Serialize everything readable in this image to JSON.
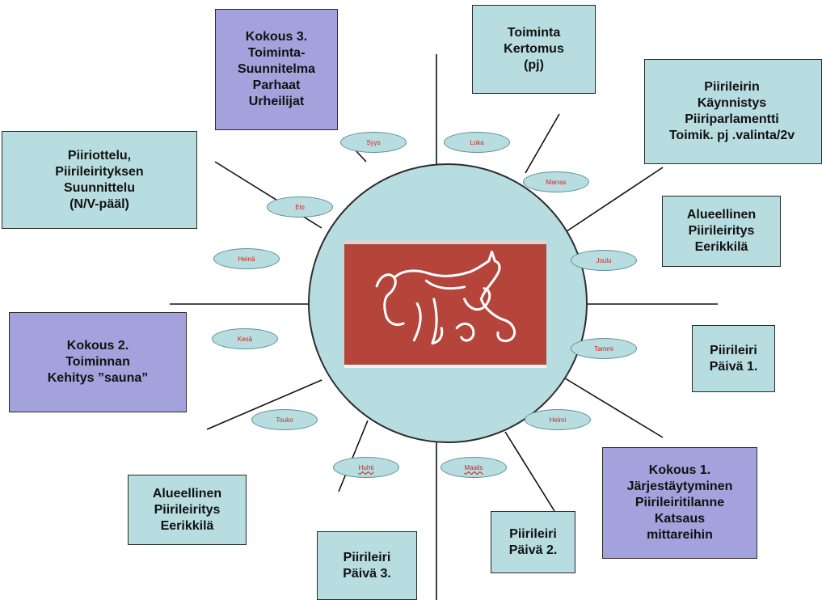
{
  "boxes": {
    "kokous3": [
      "Kokous 3.",
      "Toiminta-",
      "Suunnitelma",
      "Parhaat",
      "Urheilijat"
    ],
    "toimintakertomus": [
      "Toiminta",
      "Kertomus",
      "(pj)"
    ],
    "piirileirin_kaynnistys": [
      "Piirileirin",
      "Käynnistys",
      "Piiriparlamentti",
      "Toimik. pj .valinta/2v"
    ],
    "piiriottelu": [
      "Piiriottelu,",
      "Piirileirityksen",
      "Suunnittelu",
      "(N/V-pääl)"
    ],
    "alueellinen_right": [
      "Alueellinen",
      "Piirileiritys",
      "Eerikkilä"
    ],
    "kokous2": [
      "Kokous 2.",
      "Toiminnan",
      "Kehitys ”sauna”"
    ],
    "piirileiri_paiva1": [
      "Piirileiri",
      "Päivä 1."
    ],
    "kokous1": [
      "Kokous 1.",
      "Järjestäytyminen",
      "Piirileiritilanne",
      "Katsaus",
      "mittareihin"
    ],
    "alueellinen_left": [
      "Alueellinen",
      "Piirileiritys",
      "Eerikkilä"
    ],
    "piirileiri_paiva3": [
      "Piirileiri",
      "Päivä 3."
    ],
    "piirileiri_paiva2": [
      "Piirileiri",
      "Päivä 2."
    ]
  },
  "months": {
    "syys": "Syys",
    "loka": "Loka",
    "elo": "Elo",
    "marras": "Marras",
    "joulu": "Joulu",
    "heina": "Heinä",
    "kesa": "Kesä",
    "tammi": "Tammi",
    "touko": "Touko",
    "helmi": "Helmi",
    "huhti": "Huhti",
    "maalis": "Maalis"
  },
  "colors": {
    "teal": "#b7dde0",
    "purple": "#a3a2dc",
    "logo_red": "#b5443b",
    "month_text": "#d8211a"
  },
  "icons": {
    "logo": "lynx-cat-logo"
  }
}
